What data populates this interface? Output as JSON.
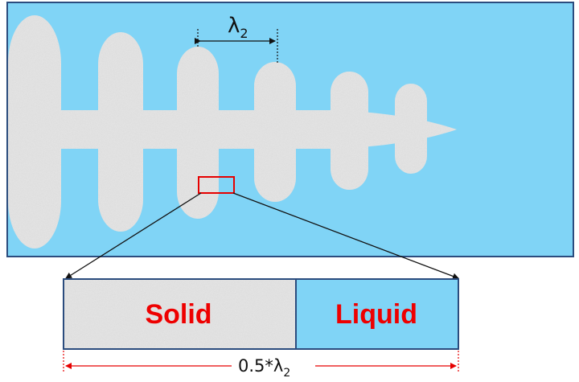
{
  "colors": {
    "liquid": "#80d4f6",
    "solid": "#e4e4e4",
    "border": "#2b4c7e",
    "highlight": "#e60000",
    "label": "#ee0000",
    "dimension": "#e60000",
    "dark_line": "#111111"
  },
  "spacing_label": {
    "symbol": "λ",
    "subscript": "2"
  },
  "detail_view": {
    "solid_label": "Solid",
    "liquid_label": "Liquid"
  },
  "width_label": {
    "prefix": "0.5*λ",
    "subscript": "2"
  }
}
